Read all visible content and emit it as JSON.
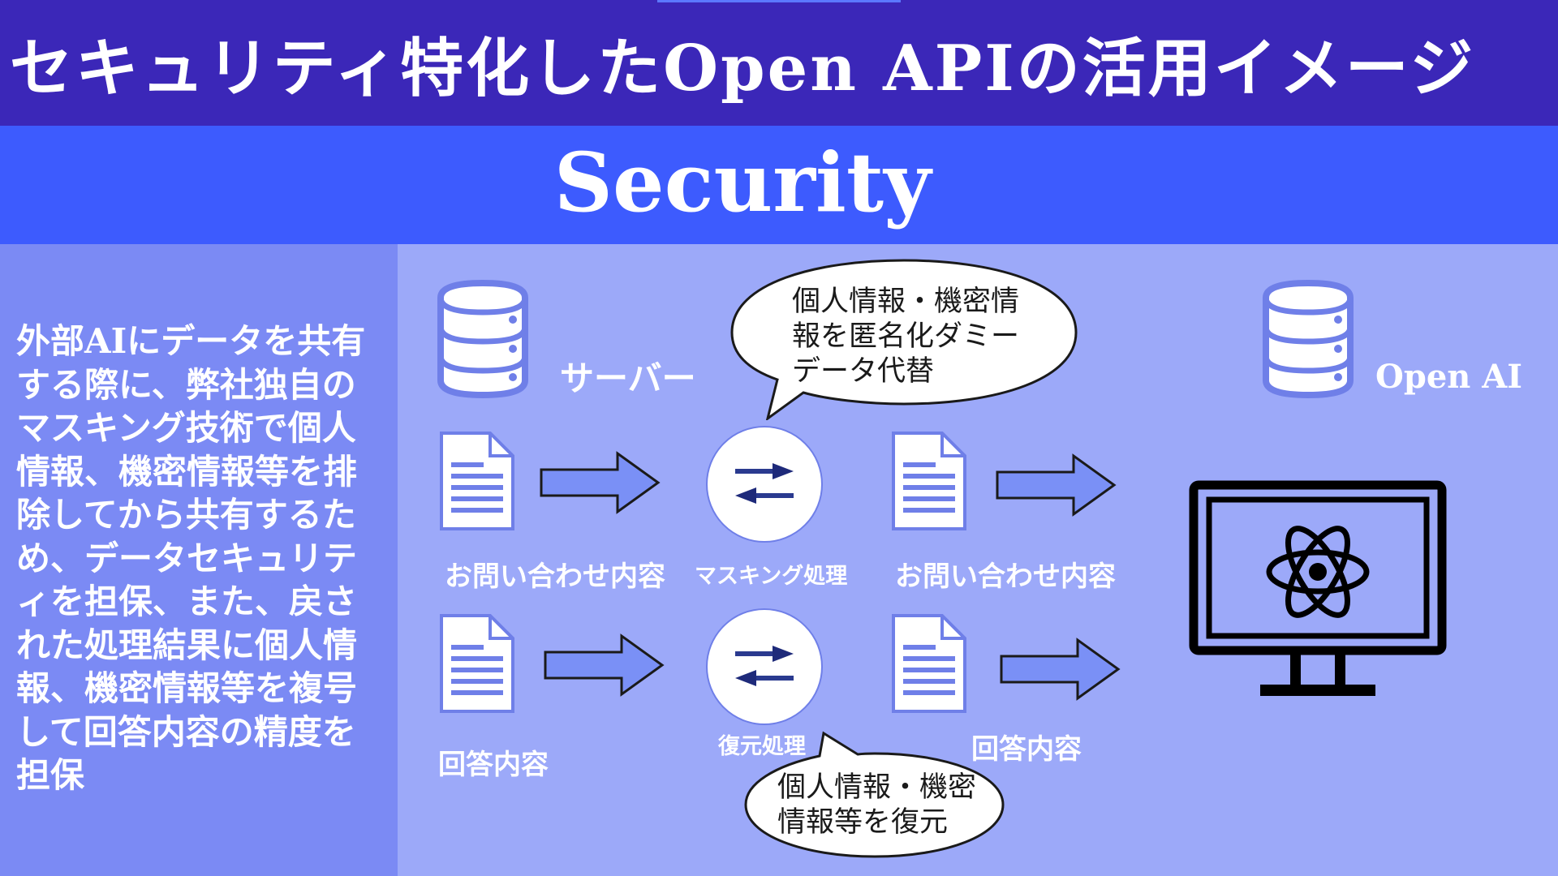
{
  "header": {
    "title": "セキュリティ特化したOpen APIの活用イメージ",
    "subtitle": "Security"
  },
  "description": "外部AIにデータを共有する際に、弊社独自のマスキング技術で個人情報、機密情報等を排除してから共有するため、データセキュリティを担保、また、戻された処理結果に個人情報、機密情報等を複号して回答内容の精度を担保",
  "diagram": {
    "server_label": "サーバー",
    "openai_label": "Open AI",
    "bubble_top": [
      "個人情報・機密情",
      "報を匿名化ダミー",
      "データ代替"
    ],
    "bubble_bottom": [
      "個人情報・機密",
      "情報等を復元"
    ],
    "row1": {
      "input_label": "お問い合わせ内容",
      "process_label": "マスキング処理",
      "output_label": "お問い合わせ内容"
    },
    "row2": {
      "input_label": "回答内容",
      "process_label": "復元処理",
      "output_label": "回答内容"
    }
  },
  "colors": {
    "title_bg": "#3b27b8",
    "subtitle_bg": "#3d5bfe",
    "left_panel_bg": "#7b8af4",
    "diagram_bg": "#9ca9f9",
    "arrow_fill": "#7a90f6"
  }
}
